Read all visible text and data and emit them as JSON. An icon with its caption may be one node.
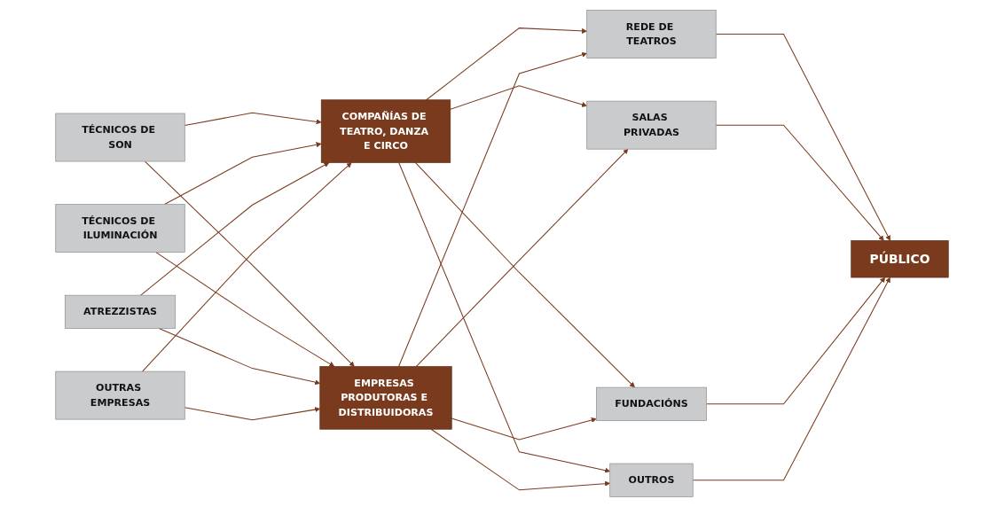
{
  "diagram": {
    "nodes": [
      {
        "text": [
          "TÉCNICOS DE SON"
        ]
      },
      {
        "text": [
          "TÉCNICOS DE ILUMINACIÓN"
        ]
      },
      {
        "text": [
          "ATREZZISTAS"
        ]
      },
      {
        "text": [
          "OUTRAS EMPRESAS"
        ]
      },
      {
        "text": [
          "COMPAÑÍAS DE TEATRO, DANZA E CIRCO"
        ]
      },
      {
        "text": [
          "EMPRESAS PRODUTORAS E DISTRIBUIDORAS"
        ]
      },
      {
        "text": [
          "REDE DE TEATROS"
        ]
      },
      {
        "text": [
          "SALAS PRIVADAS"
        ]
      },
      {
        "text": [
          "FUNDACIÓNS"
        ]
      },
      {
        "text": [
          "OUTROS"
        ]
      },
      {
        "text": [
          "PÚBLICO"
        ]
      }
    ],
    "edges": [
      {
        "from": 0,
        "to": 4,
        "arrow": "to",
        "color": "#7a3a1e"
      },
      {
        "from": 0,
        "to": 5,
        "arrow": "to",
        "color": "#7a3a1e"
      },
      {
        "from": 1,
        "to": 4,
        "arrow": "to",
        "color": "#7a3a1e"
      },
      {
        "from": 1,
        "to": 5,
        "arrow": "to",
        "color": "#7a3a1e"
      },
      {
        "from": 2,
        "to": 4,
        "arrow": "to",
        "color": "#7a3a1e"
      },
      {
        "from": 2,
        "to": 5,
        "arrow": "to",
        "color": "#7a3a1e"
      },
      {
        "from": 3,
        "to": 4,
        "arrow": "to",
        "color": "#7a3a1e"
      },
      {
        "from": 3,
        "to": 5,
        "arrow": "to",
        "color": "#7a3a1e"
      },
      {
        "from": 4,
        "to": 6,
        "arrow": "to",
        "color": "#7a3a1e"
      },
      {
        "from": 4,
        "to": 7,
        "arrow": "to",
        "color": "#7a3a1e"
      },
      {
        "from": 4,
        "to": 8,
        "arrow": "to",
        "color": "#7a3a1e"
      },
      {
        "from": 4,
        "to": 9,
        "arrow": "to",
        "color": "#7a3a1e"
      },
      {
        "from": 5,
        "to": 6,
        "arrow": "to",
        "color": "#7a3a1e"
      },
      {
        "from": 5,
        "to": 7,
        "arrow": "to",
        "color": "#7a3a1e"
      },
      {
        "from": 5,
        "to": 8,
        "arrow": "to",
        "color": "#7a3a1e"
      },
      {
        "from": 5,
        "to": 9,
        "arrow": "to",
        "color": "#7a3a1e"
      },
      {
        "from": 6,
        "to": 10,
        "arrow": "to",
        "color": "#7a3a1e"
      },
      {
        "from": 7,
        "to": 10,
        "arrow": "to",
        "color": "#7a3a1e"
      },
      {
        "from": 8,
        "to": 10,
        "arrow": "to",
        "color": "#7a3a1e"
      },
      {
        "from": 9,
        "to": 10,
        "arrow": "to",
        "color": "#7a3a1e"
      }
    ]
  }
}
